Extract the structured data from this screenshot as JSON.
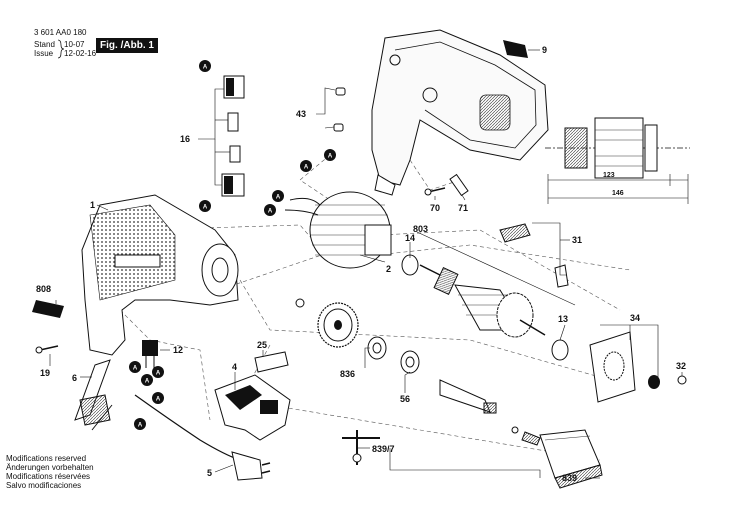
{
  "header": {
    "doc_number": "3 601 AA0 180",
    "stand_label": "Stand",
    "stand_value": "10-07",
    "issue_label": "Issue",
    "issue_value": "12-02-16",
    "figure_label": "Fig. /Abb. 1"
  },
  "footer": {
    "lines": [
      "Modifications reserved",
      "Änderungen vorbehalten",
      "Modifications réservées",
      "Salvo modificaciones"
    ]
  },
  "marker_letter": "A",
  "callouts": {
    "c1": "1",
    "c2": "2",
    "c4": "4",
    "c5": "5",
    "c6": "6",
    "c9": "9",
    "c12": "12",
    "c13": "13",
    "c14": "14",
    "c16": "16",
    "c19": "19",
    "c25": "25",
    "c31": "31",
    "c32": "32",
    "c34": "34",
    "c43": "43",
    "c56": "56",
    "c70": "70",
    "c71": "71",
    "c803": "803",
    "c808": "808",
    "c836": "836",
    "c839": "839",
    "c839_7": "839/7"
  },
  "dimensions": {
    "d123": "123",
    "d146": "146"
  }
}
